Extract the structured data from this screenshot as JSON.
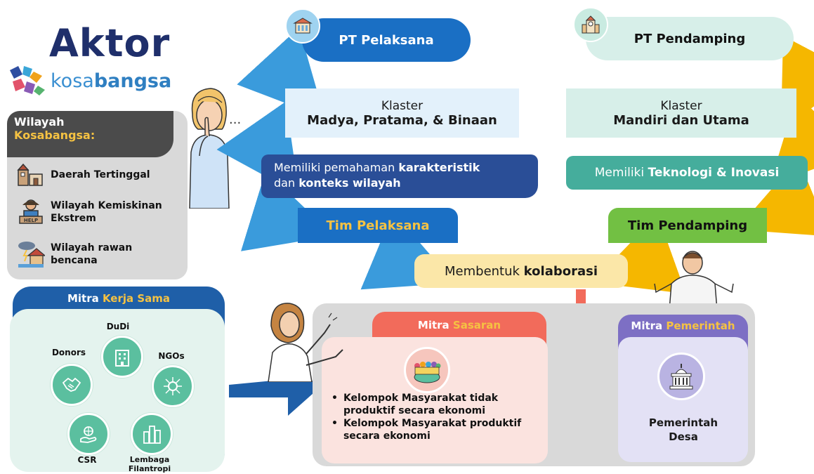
{
  "title": "Aktor",
  "brand": {
    "part1": "kosa",
    "part2": "bangsa"
  },
  "wilayah": {
    "heading_line1": "Wilayah",
    "heading_line2": "Kosabangsa:",
    "items": [
      {
        "label": "Daerah Tertinggal",
        "icon": "village-icon"
      },
      {
        "label_line1": "Wilayah Kemiskinan",
        "label_line2": "Ekstrem",
        "icon": "help-sign-person-icon"
      },
      {
        "label_line1": "Wilayah rawan",
        "label_line2": "bencana",
        "icon": "disaster-house-icon"
      }
    ]
  },
  "ellipsis": "...",
  "pelaksana": {
    "header": "PT Pelaksana",
    "klaster_label": "Klaster",
    "klaster_value": "Madya, Pratama, & Binaan",
    "desc_normal1": "Memiliki pemahaman ",
    "desc_bold1": "karakteristik",
    "desc_normal2": "dan ",
    "desc_bold2": "konteks wilayah",
    "team": "Tim Pelaksana"
  },
  "pendamping": {
    "header": "PT Pendamping",
    "klaster_label": "Klaster",
    "klaster_value": "Mandiri dan Utama",
    "desc_normal": "Memiliki ",
    "desc_bold": "Teknologi & Inovasi",
    "team": "Tim Pendamping"
  },
  "kolaborasi": {
    "normal": "Membentuk ",
    "bold": "kolaborasi"
  },
  "mitra_kerja_sama": {
    "title_white": "Mitra ",
    "title_yellow": "Kerja Sama",
    "nodes": [
      {
        "label": "DuDi",
        "icon": "building-icon"
      },
      {
        "label": "NGOs",
        "icon": "network-globe-icon"
      },
      {
        "label_line1": "Lembaga",
        "label_line2": "Filantropi",
        "icon": "city-buildings-icon"
      },
      {
        "label": "CSR",
        "icon": "hand-globe-icon"
      },
      {
        "label": "Donors",
        "icon": "handshake-icon"
      }
    ]
  },
  "mitra_sasaran": {
    "title_white": "Mitra ",
    "title_yellow": "Sasaran",
    "bullets": [
      {
        "line1": "Kelompok Masyarakat tidak",
        "line2": "produktif secara ekonomi"
      },
      {
        "line1": "Kelompok Masyarakat produktif",
        "line2": "secara ekonomi"
      }
    ]
  },
  "mitra_pemerintah": {
    "title_white": "Mitra ",
    "title_yellow": "Pemerintah",
    "label_line1": "Pemerintah",
    "label_line2": "Desa"
  },
  "colors": {
    "navy": "#1f2f6b",
    "blue": "#1a6fc4",
    "light_blue": "#e3f1fb",
    "dark_blue": "#2a4e97",
    "teal": "#45ad9c",
    "mint": "#d7efe9",
    "green": "#72c043",
    "yellow": "#f5b700",
    "cream": "#fbe7a8",
    "coral": "#f26b5b",
    "purple": "#7d6fc4"
  }
}
